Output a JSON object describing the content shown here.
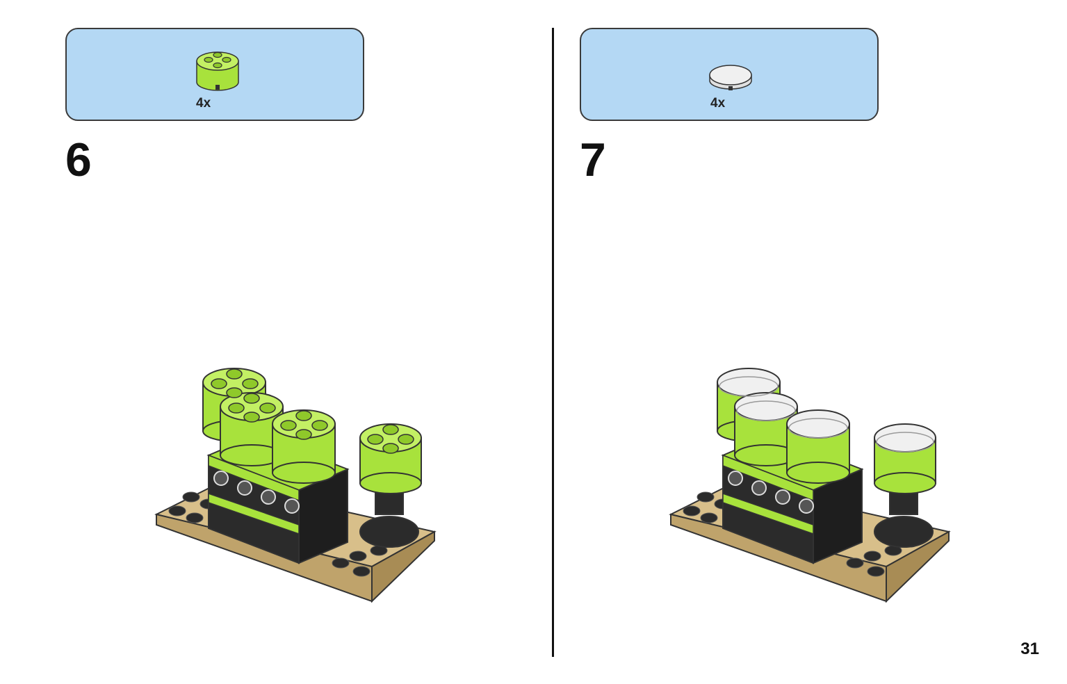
{
  "page": {
    "number": "31"
  },
  "colors": {
    "parts_box_bg": "#b4d8f4",
    "lime": "#a8e23c",
    "lime_dark": "#7fbb1e",
    "black_brick": "#2b2b2b",
    "tan_plate": "#d8bf8a",
    "white_tile": "#f0f0f0"
  },
  "steps": [
    {
      "number": "6",
      "parts": [
        {
          "icon": "lime-round-brick-2x2-icon",
          "quantity": "4x"
        }
      ]
    },
    {
      "number": "7",
      "parts": [
        {
          "icon": "white-round-tile-2x2-icon",
          "quantity": "4x"
        }
      ]
    }
  ]
}
